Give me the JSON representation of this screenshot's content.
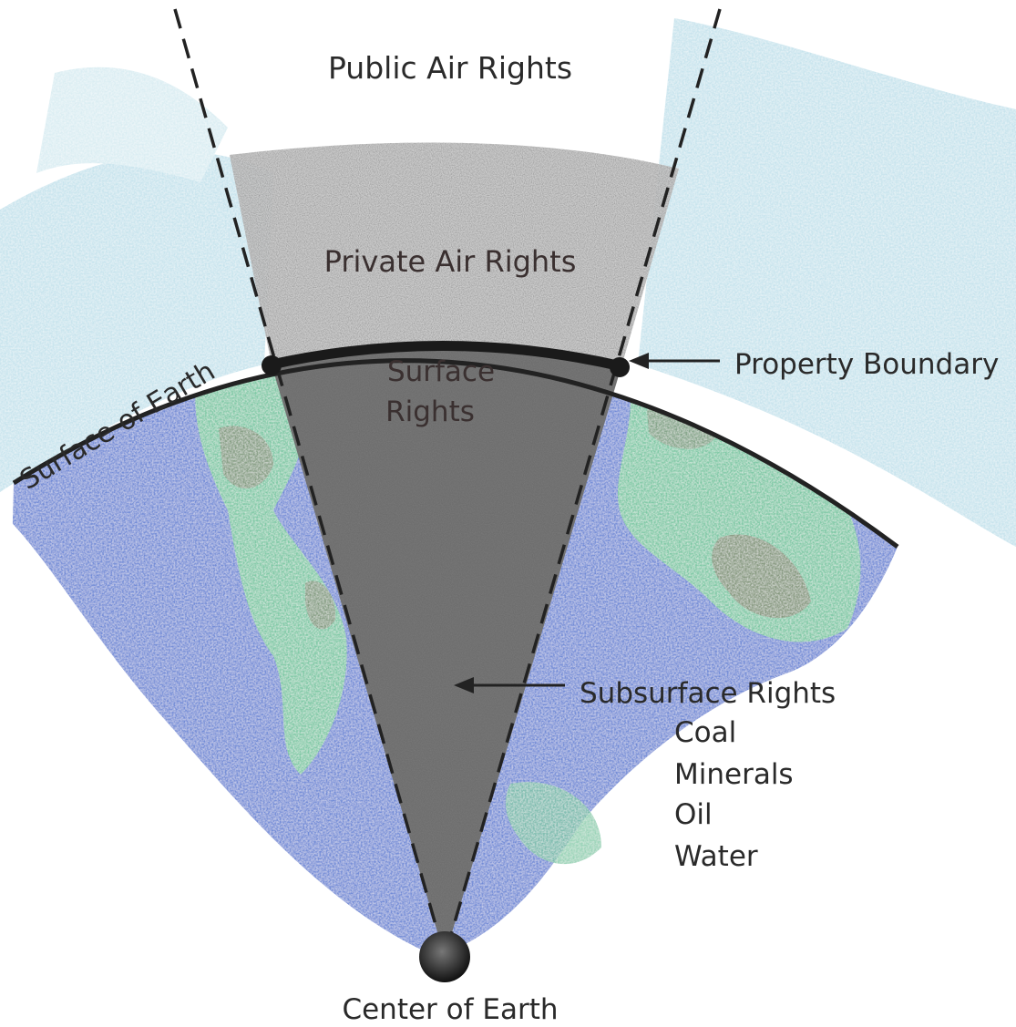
{
  "labels": {
    "public_air": "Public Air Rights",
    "private_air": "Private Air Rights",
    "surface_line1": "Surface",
    "surface_line2": "Rights",
    "surface_of_earth": "Surface of Earth",
    "property_boundary": "Property Boundary",
    "subsurface": "Subsurface Rights",
    "subsurface_items": [
      "Coal",
      "Minerals",
      "Oil",
      "Water"
    ],
    "center": "Center of Earth"
  },
  "colors": {
    "ocean": "#5a78d0",
    "land": "#7fc9a6",
    "land_brown": "#8b7a66",
    "sky": "#b6dce8",
    "wedge": "#6e6e6e",
    "private_air": "#c9c9c9",
    "line": "#222222"
  }
}
